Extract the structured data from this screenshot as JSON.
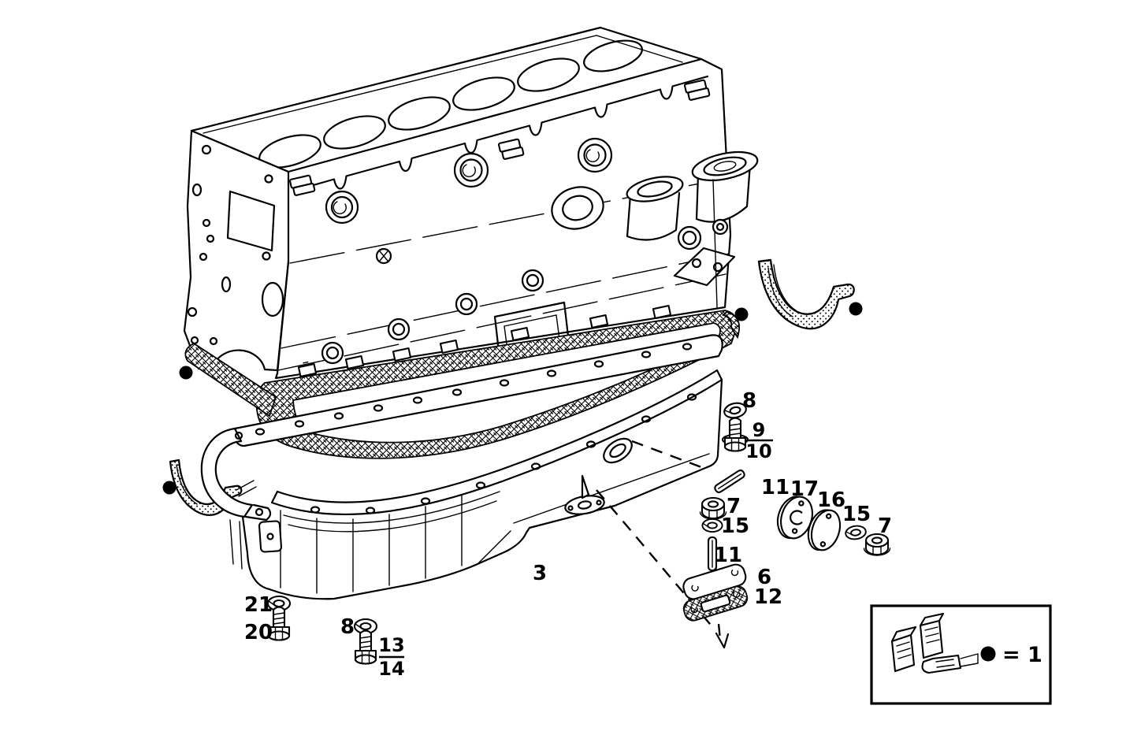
{
  "labels": {
    "upper_washer": "8",
    "plug_bolt_num": "9",
    "plug_bolt_den": "10",
    "pin_upper": "11",
    "cover_plate": "17",
    "cover_gasket": "16",
    "washer_right": "15",
    "nut_right": "7",
    "nut_left": "7",
    "washer_left": "15",
    "pin_lower": "11",
    "blanking_cover": "6",
    "blanking_gasket": "12",
    "oil_sump": "3",
    "seal_washer_left": "21",
    "bolt_left": "20",
    "seal_washer_mid": "8",
    "bolt_mid_num": "13",
    "bolt_mid_den": "14"
  },
  "legend": {
    "equation": "= 1",
    "dot_symbol": "●"
  }
}
